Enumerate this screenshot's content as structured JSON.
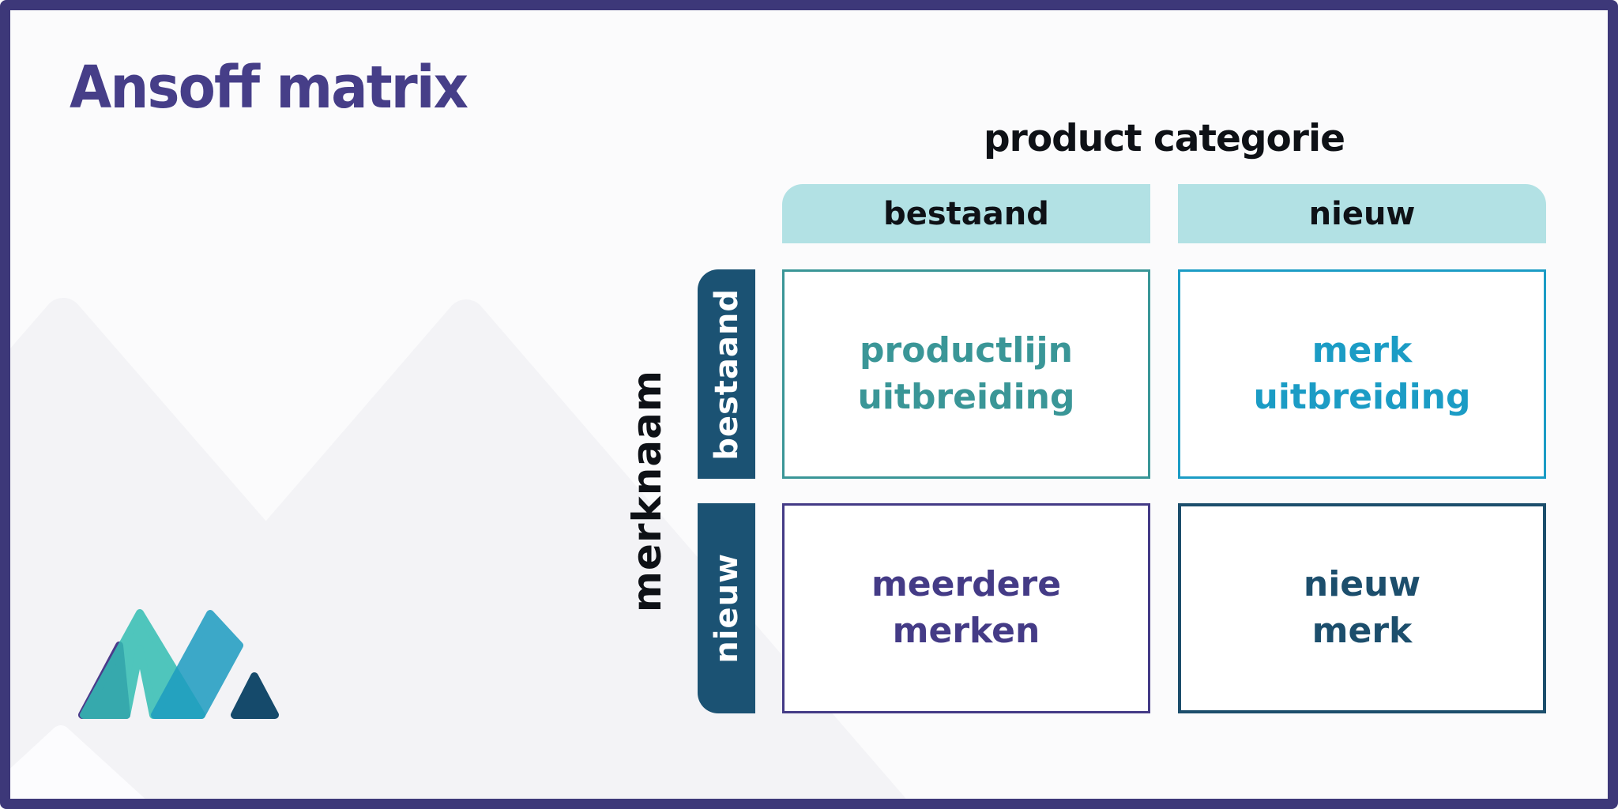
{
  "header": {
    "title": "Ansoff matrix"
  },
  "matrix": {
    "column_axis_label": "product categorie",
    "row_axis_label": "merknaam",
    "column_headers": [
      "bestaand",
      "nieuw"
    ],
    "row_headers": [
      "bestaand",
      "nieuw"
    ],
    "cells": [
      {
        "id": "top-left",
        "row": "bestaand",
        "column": "bestaand",
        "text": "productlijn\nuitbreiding",
        "accent": "#3a9697"
      },
      {
        "id": "top-right",
        "row": "bestaand",
        "column": "nieuw",
        "text": "merk\nuitbreiding",
        "accent": "#1b9cc5"
      },
      {
        "id": "bottom-left",
        "row": "nieuw",
        "column": "bestaand",
        "text": "meerdere\nmerken",
        "accent": "#443b86"
      },
      {
        "id": "bottom-right",
        "row": "nieuw",
        "column": "nieuw",
        "text": "nieuw\nmerk",
        "accent": "#1c4e6c"
      }
    ]
  },
  "logo": {
    "description": "mountain-m-logo"
  },
  "colors": {
    "frame": "#3d3879",
    "title": "#463e88",
    "text-dark": "#0e1116",
    "header-bar": "#b2e1e4",
    "row-bar": "#1b5273",
    "cell-tl": "#3a9697",
    "cell-tr": "#1b9cc5",
    "cell-bl": "#443b86",
    "cell-br": "#1c4e6c",
    "page-bg": "#fbfbfc",
    "mountain": "#f3f3f6",
    "mountain-light": "#fcfcfe",
    "logo-purple": "#4c3b8b",
    "logo-teal": "#33bdb3",
    "logo-cyan": "#1d9cc0",
    "logo-navy": "#154a6b"
  }
}
